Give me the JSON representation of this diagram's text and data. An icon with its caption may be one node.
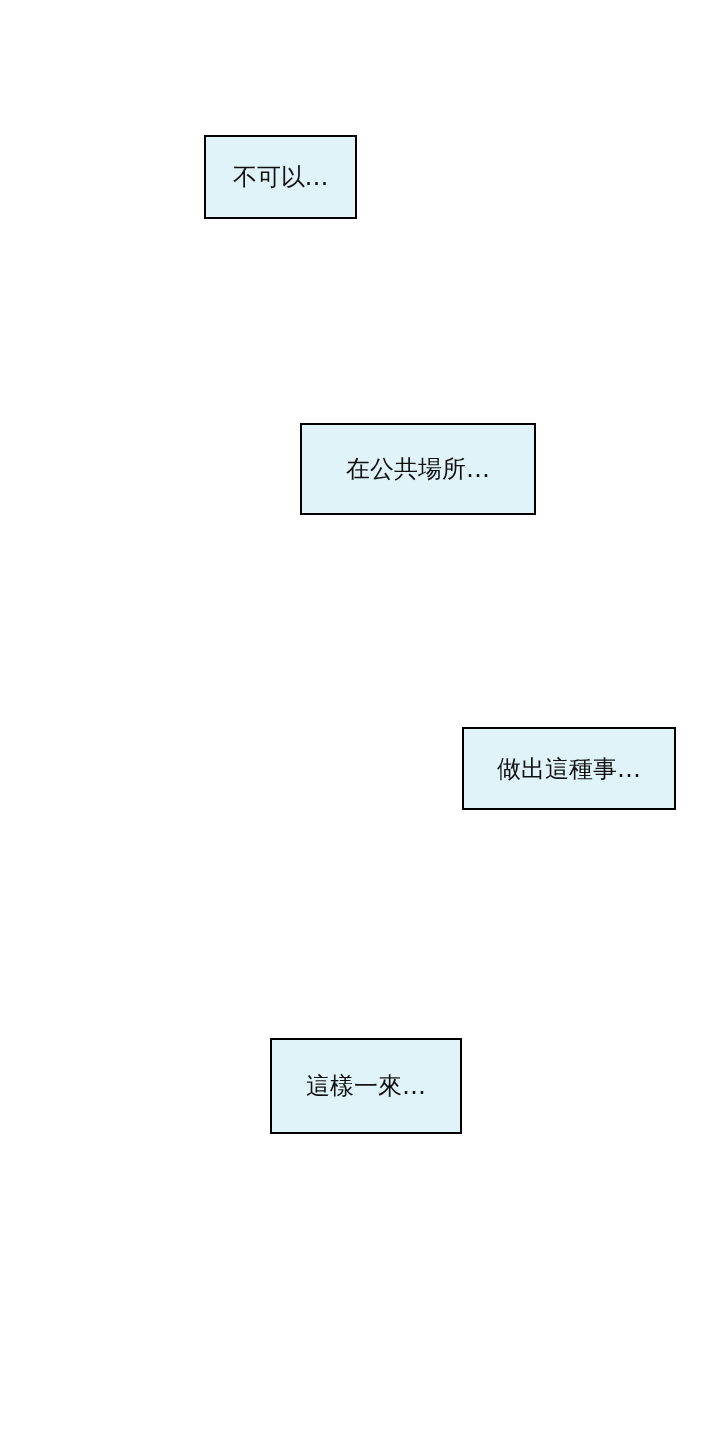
{
  "diagram": {
    "nodes": [
      {
        "text": [
          "不可以…"
        ]
      },
      {
        "text": [
          "在公共場所…"
        ]
      },
      {
        "text": [
          "做出這種事…"
        ]
      },
      {
        "text": [
          "這樣一來…"
        ]
      }
    ]
  }
}
